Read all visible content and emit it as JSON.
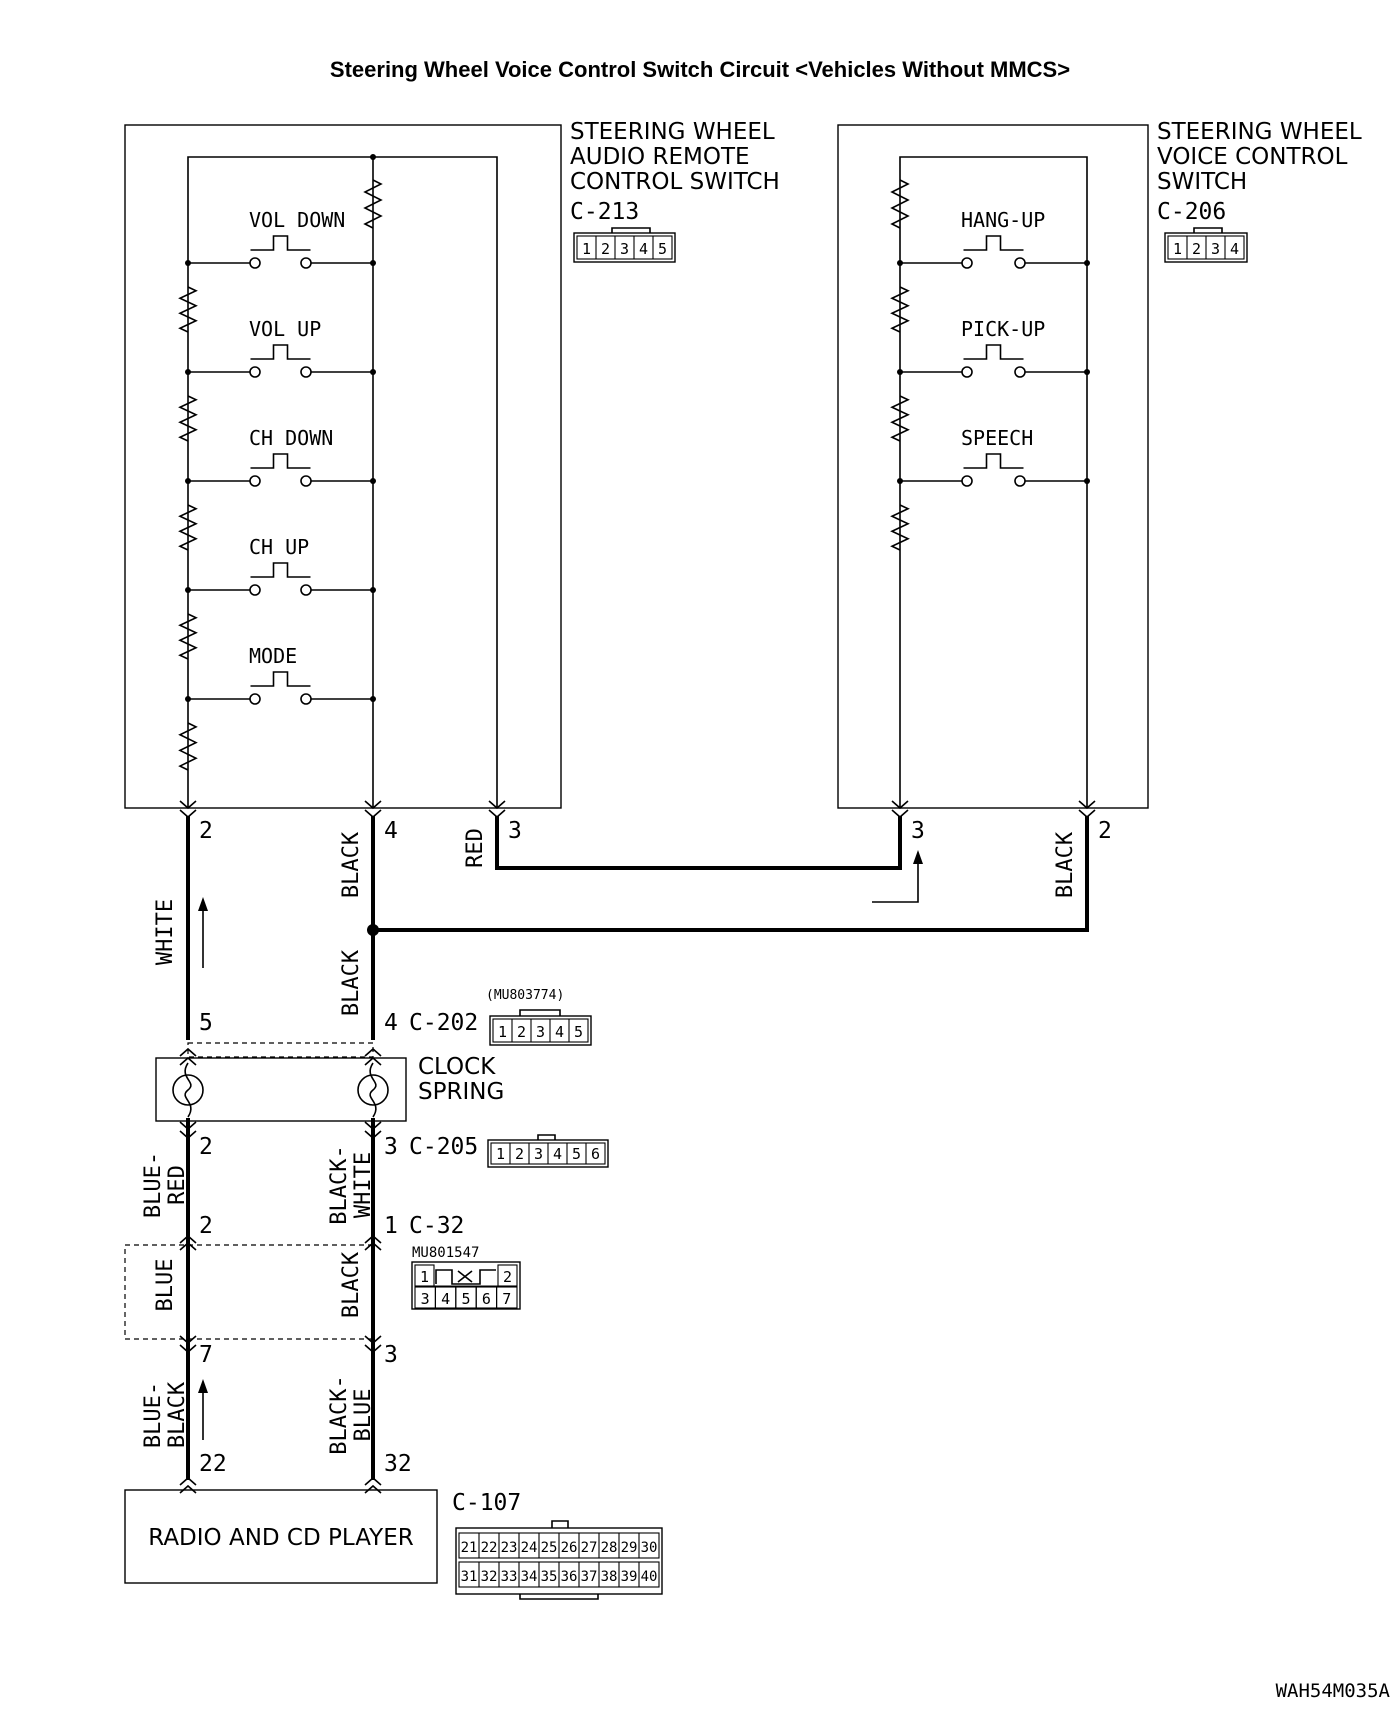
{
  "title": "Steering Wheel Voice Control Switch Circuit <Vehicles Without MMCS>",
  "audio_switch": {
    "name_lines": [
      "STEERING WHEEL",
      "AUDIO REMOTE",
      "CONTROL SWITCH"
    ],
    "connector": "C-213",
    "pins": [
      "1",
      "2",
      "3",
      "4",
      "5"
    ],
    "buttons": [
      "VOL DOWN",
      "VOL UP",
      "CH DOWN",
      "CH UP",
      "MODE"
    ]
  },
  "voice_switch": {
    "name_lines": [
      "STEERING WHEEL",
      "VOICE CONTROL",
      "SWITCH"
    ],
    "connector": "C-206",
    "pins": [
      "1",
      "2",
      "3",
      "4"
    ],
    "buttons": [
      "HANG-UP",
      "PICK-UP",
      "SPEECH"
    ]
  },
  "wires": {
    "white": "WHITE",
    "black_a": "BLACK",
    "black_b": "BLACK",
    "red": "RED",
    "black_voice": "BLACK",
    "blue_red": "BLUE-\nRED",
    "black_white": "BLACK-\nWHITE",
    "blue": "BLUE",
    "black_c": "BLACK",
    "blue_black": "BLUE-\nBLACK",
    "black_blue": "BLACK-\nBLUE"
  },
  "pin_numbers": {
    "a_2": "2",
    "a_4": "4",
    "a_3": "3",
    "v_3": "3",
    "v_2": "2",
    "c202_5": "5",
    "c202_4": "4",
    "c205_2": "2",
    "c205_3": "3",
    "c32_2": "2",
    "c32_1": "1",
    "c32_7": "7",
    "c32_3": "3",
    "c107_22": "22",
    "c107_32": "32"
  },
  "connectors": {
    "c202": {
      "label": "C-202",
      "part": "(MU803774)",
      "pins": [
        "1",
        "2",
        "3",
        "4",
        "5"
      ]
    },
    "c205": {
      "label": "C-205",
      "pins": [
        "1",
        "2",
        "3",
        "4",
        "5",
        "6"
      ]
    },
    "c32": {
      "label": "C-32",
      "part": "MU801547",
      "pins": [
        "1",
        "2",
        "3",
        "4",
        "5",
        "6",
        "7"
      ]
    },
    "c107": {
      "label": "C-107",
      "pins_top": [
        "21",
        "22",
        "23",
        "24",
        "25",
        "26",
        "27",
        "28",
        "29",
        "30"
      ],
      "pins_bottom": [
        "31",
        "32",
        "33",
        "34",
        "35",
        "36",
        "37",
        "38",
        "39",
        "40"
      ]
    }
  },
  "clock_spring": "CLOCK\nSPRING",
  "radio": "RADIO AND CD PLAYER",
  "figure_code": "WAH54M035A"
}
